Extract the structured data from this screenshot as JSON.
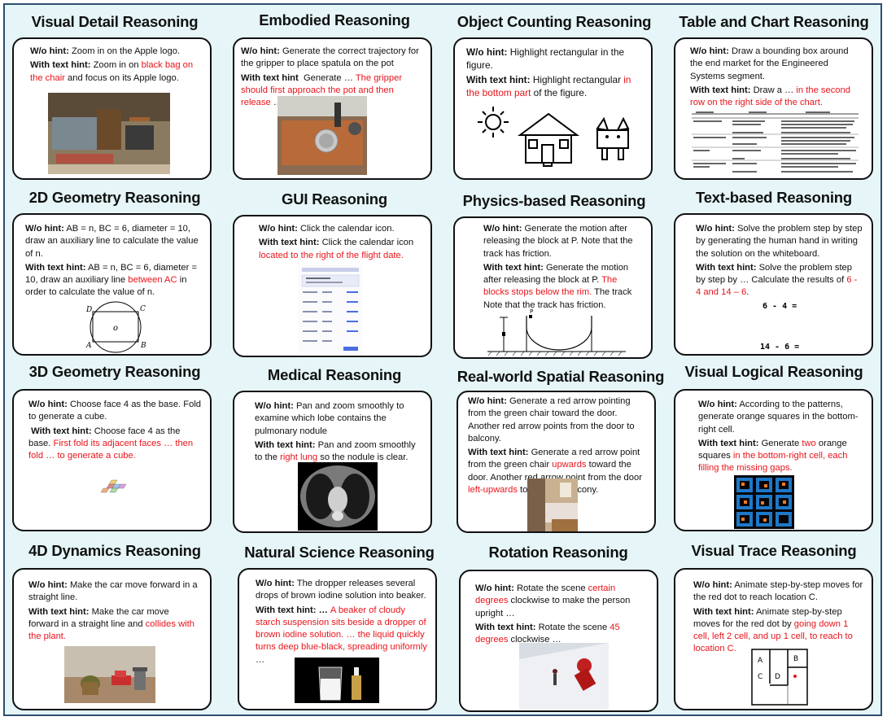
{
  "cards": [
    {
      "title": "Visual Detail Reasoning",
      "wo": "Zoom in on the Apple logo.",
      "th_pre": "Zoom in on ",
      "th_red": "black bag on the chair",
      "th_post": " and focus on its Apple logo."
    },
    {
      "title": "Embodied Reasoning",
      "wo": "Generate the correct trajectory for the gripper  to place spatula on the pot",
      "th_pre": "Generate … ",
      "th_red": "The gripper should first approach the pot and then release",
      "th_post": " …"
    },
    {
      "title": "Object Counting Reasoning",
      "wo": "Highlight rectangular in the figure.",
      "th_pre": "Highlight rectangular ",
      "th_red": "in the bottom part",
      "th_post": " of the figure."
    },
    {
      "title": "Table and Chart Reasoning",
      "wo": "Draw a bounding box around the end market for the Engineered Systems segment.",
      "th_pre": "Draw a … ",
      "th_red": "in the second row on the right side of the chart.",
      "th_post": ""
    },
    {
      "title": "2D Geometry Reasoning",
      "wo": "AB = n, BC = 6, diameter = 10, draw an auxiliary line to calculate the value of n.",
      "th_pre": "AB = n, BC = 6, diameter = 10, draw an auxiliary line ",
      "th_red": "between AC",
      "th_post": " in order to calculate the value of n."
    },
    {
      "title": "GUI Reasoning",
      "wo": "Click the calendar icon.",
      "th_pre": "Click the calendar icon ",
      "th_red": "located to the right of the flight date.",
      "th_post": ""
    },
    {
      "title": "Physics-based Reasoning",
      "wo": "Generate the motion after releasing the block at P. Note that the track has friction.",
      "th_pre": "Generate the motion after releasing the block at P. ",
      "th_red": "The blocks stops below the rim.",
      "th_post": " The track Note that the track has friction."
    },
    {
      "title": "Text-based Reasoning",
      "wo": "Solve the problem step by step by generating the human hand in writing the solution on the whiteboard.",
      "th_pre": "Solve the problem step by step by … Calculate the results of ",
      "th_red": "6 - 4 and 14 – 6",
      "th_post": "."
    },
    {
      "title": "3D Geometry Reasoning",
      "wo": "Choose face 4 as the base. Fold to generate a cube.",
      "th_pre": "Choose face 4 as the base. ",
      "th_red": "First fold its adjacent faces … then fold … to generate a cube.",
      "th_post": ""
    },
    {
      "title": "Medical Reasoning",
      "wo": "Pan and zoom smoothly to examine which lobe contains the pulmonary nodule",
      "th_pre": "Pan and zoom smoothly to the ",
      "th_red": "right lung",
      "th_post": " so the nodule is clear."
    },
    {
      "title": "Real-world Spatial Reasoning",
      "wo": "Generate a red arrow pointing from the green chair toward the door. Another red arrow points from the door to balcony.",
      "th_pre": "Generate a red arrow point from the green chair ",
      "th_red": "upwards",
      "th_post": " toward the door. Another red arrow point from the door ",
      "th_red2": "left-upwards",
      "th_post2": " toward the balcony."
    },
    {
      "title": "Visual Logical Reasoning",
      "wo": "According to the patterns, generate orange squares in the bottom-right cell.",
      "th_pre": "Generate ",
      "th_red": "two",
      "th_post": " orange squares ",
      "th_red2": "in the bottom-right cell, each filling the missing gaps.",
      "th_post2": ""
    },
    {
      "title": "4D Dynamics Reasoning",
      "wo": "Make the car move forward in a straight line.",
      "th_pre": "Make the car move forward in a straight line and ",
      "th_red": "collides with the plant.",
      "th_post": ""
    },
    {
      "title": "Natural Science Reasoning",
      "wo": "The dropper releases several drops of brown iodine solution into  beaker.",
      "th_pre": "… ",
      "th_red": "A beaker of cloudy starch suspension sits beside a dropper of brown iodine solution. … the liquid quickly turns deep blue-black, spreading uniformly",
      "th_post": " …"
    },
    {
      "title": "Rotation Reasoning",
      "wo_pre": "Rotate the scene ",
      "wo_red": "certain degrees",
      "wo_post": " clockwise to make the person upright …",
      "th_pre": "Rotate the scene ",
      "th_red": "45 degrees",
      "th_post": " clockwise …"
    },
    {
      "title": "Visual Trace Reasoning",
      "wo": "Animate step-by-step moves for the red dot to reach location C.",
      "th_pre": "Animate step-by-step moves for the red dot by ",
      "th_red": "going down 1 cell, left 2 cell, and up 1 cell, to reach to location C.",
      "th_post": ""
    }
  ],
  "labels": {
    "wo_hint": "W/o hint:",
    "with_text_hint": "With text hint:",
    "with_text_hint_alt": "With text hint"
  },
  "figure_text": {
    "geo_points": [
      "D",
      "C",
      "A",
      "B"
    ],
    "geo_center": "o",
    "eq1": "6 - 4 =",
    "eq2": "14 - 6 =",
    "maze_labels": [
      "A",
      "B",
      "C",
      "D"
    ],
    "physics_point": "P"
  },
  "colors": {
    "frame": "#2f4f70",
    "background": "#e6f6f8",
    "highlight": "#e8141b"
  }
}
